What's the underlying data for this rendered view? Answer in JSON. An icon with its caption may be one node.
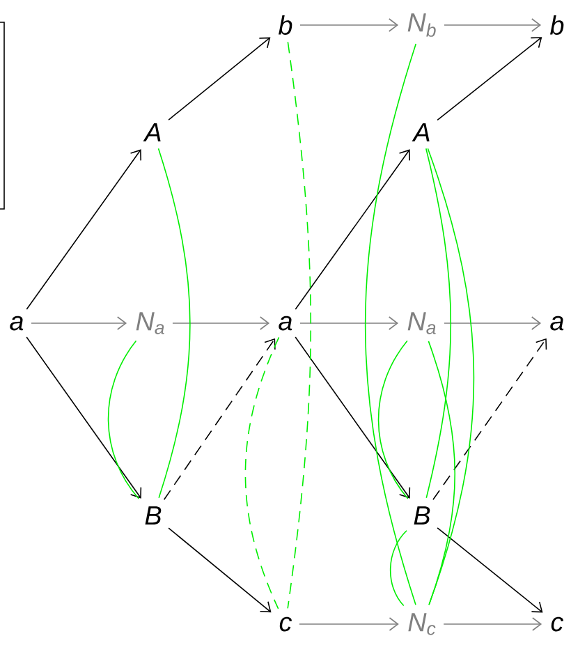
{
  "diagram": {
    "nodes": [
      {
        "text": [
          "b"
        ]
      },
      {
        "text": [
          "N$_{b}$"
        ]
      },
      {
        "text": [
          "b"
        ]
      },
      {
        "text": [
          "A"
        ]
      },
      {
        "text": [
          "A"
        ]
      },
      {
        "text": [
          "a"
        ]
      },
      {
        "text": [
          "N$_{a}$"
        ]
      },
      {
        "text": [
          "a"
        ]
      },
      {
        "text": [
          "N$_{a}$"
        ]
      },
      {
        "text": [
          "a"
        ]
      },
      {
        "text": [
          "B"
        ]
      },
      {
        "text": [
          "B"
        ]
      },
      {
        "text": [
          "c"
        ]
      },
      {
        "text": [
          "N$_{c}$"
        ]
      },
      {
        "text": [
          "c"
        ]
      }
    ],
    "edges": [
      {
        "from": 5,
        "to": 3,
        "arrow": "to"
      },
      {
        "from": 3,
        "to": 0,
        "arrow": "to"
      },
      {
        "from": 5,
        "to": 6,
        "arrow": "to",
        "color": "#808080"
      },
      {
        "from": 6,
        "to": 7,
        "arrow": "to",
        "color": "#808080"
      },
      {
        "from": 5,
        "to": 10,
        "arrow": "to"
      },
      {
        "from": 10,
        "to": 12,
        "arrow": "to"
      },
      {
        "from": 10,
        "to": 7,
        "arrow": "to",
        "style": "dashed"
      },
      {
        "from": 0,
        "to": 1,
        "arrow": "to",
        "color": "#808080"
      },
      {
        "from": 1,
        "to": 2,
        "arrow": "to",
        "color": "#808080"
      },
      {
        "from": 7,
        "to": 4,
        "arrow": "to"
      },
      {
        "from": 4,
        "to": 2,
        "arrow": "to"
      },
      {
        "from": 7,
        "to": 8,
        "arrow": "to",
        "color": "#808080"
      },
      {
        "from": 8,
        "to": 9,
        "arrow": "to",
        "color": "#808080"
      },
      {
        "from": 7,
        "to": 11,
        "arrow": "to"
      },
      {
        "from": 11,
        "to": 14,
        "arrow": "to"
      },
      {
        "from": 11,
        "to": 9,
        "arrow": "to",
        "style": "dashed"
      },
      {
        "from": 12,
        "to": 13,
        "arrow": "to",
        "color": "#808080"
      },
      {
        "from": 13,
        "to": 14,
        "arrow": "to",
        "color": "#808080"
      },
      {
        "from": 3,
        "to": 10,
        "arrow": "none",
        "color": "#00ee00"
      },
      {
        "from": 6,
        "to": 10,
        "arrow": "none",
        "color": "#00ee00"
      },
      {
        "from": 0,
        "to": 12,
        "arrow": "none",
        "style": "dashed",
        "color": "#00ee00"
      },
      {
        "from": 7,
        "to": 12,
        "arrow": "none",
        "style": "dashed",
        "color": "#00ee00"
      },
      {
        "from": 1,
        "to": 13,
        "arrow": "none",
        "color": "#00ee00"
      },
      {
        "from": 4,
        "to": 11,
        "arrow": "none",
        "color": "#00ee00"
      },
      {
        "from": 4,
        "to": 13,
        "arrow": "none",
        "color": "#00ee00"
      },
      {
        "from": 8,
        "to": 11,
        "arrow": "none",
        "color": "#00ee00"
      },
      {
        "from": 8,
        "to": 13,
        "arrow": "none",
        "color": "#00ee00"
      },
      {
        "from": 11,
        "to": 13,
        "arrow": "none",
        "color": "#00ee00"
      }
    ]
  }
}
